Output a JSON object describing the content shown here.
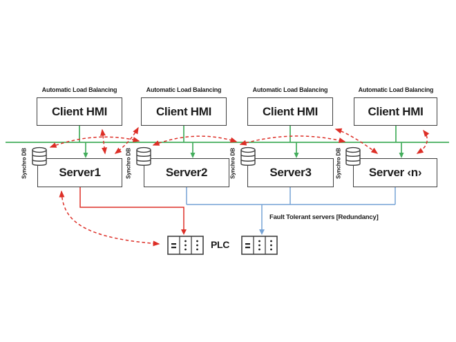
{
  "colors": {
    "green_line": "#43ad5c",
    "red_line": "#dd2f27",
    "blue_line": "#76a3d6",
    "box_border": "#3d3d3d",
    "text_color": "#1c1c1c"
  },
  "columns": [
    {
      "load_balancing_label": "Automatic Load Balancing",
      "client_label": "Client HMI",
      "server_label": "Server1",
      "db_label": "Synchro DB"
    },
    {
      "load_balancing_label": "Automatic Load Balancing",
      "client_label": "Client HMI",
      "server_label": "Server2",
      "db_label": "Synchro DB"
    },
    {
      "load_balancing_label": "Automatic Load Balancing",
      "client_label": "Client HMI",
      "server_label": "Server3",
      "db_label": "Synchro DB"
    },
    {
      "load_balancing_label": "Automatic Load Balancing",
      "client_label": "Client HMI",
      "server_label": "Server ‹n›",
      "db_label": "Synchro DB"
    }
  ],
  "plc_label": "PLC",
  "redundancy_label": "Fault Tolerant servers [Redundancy]"
}
